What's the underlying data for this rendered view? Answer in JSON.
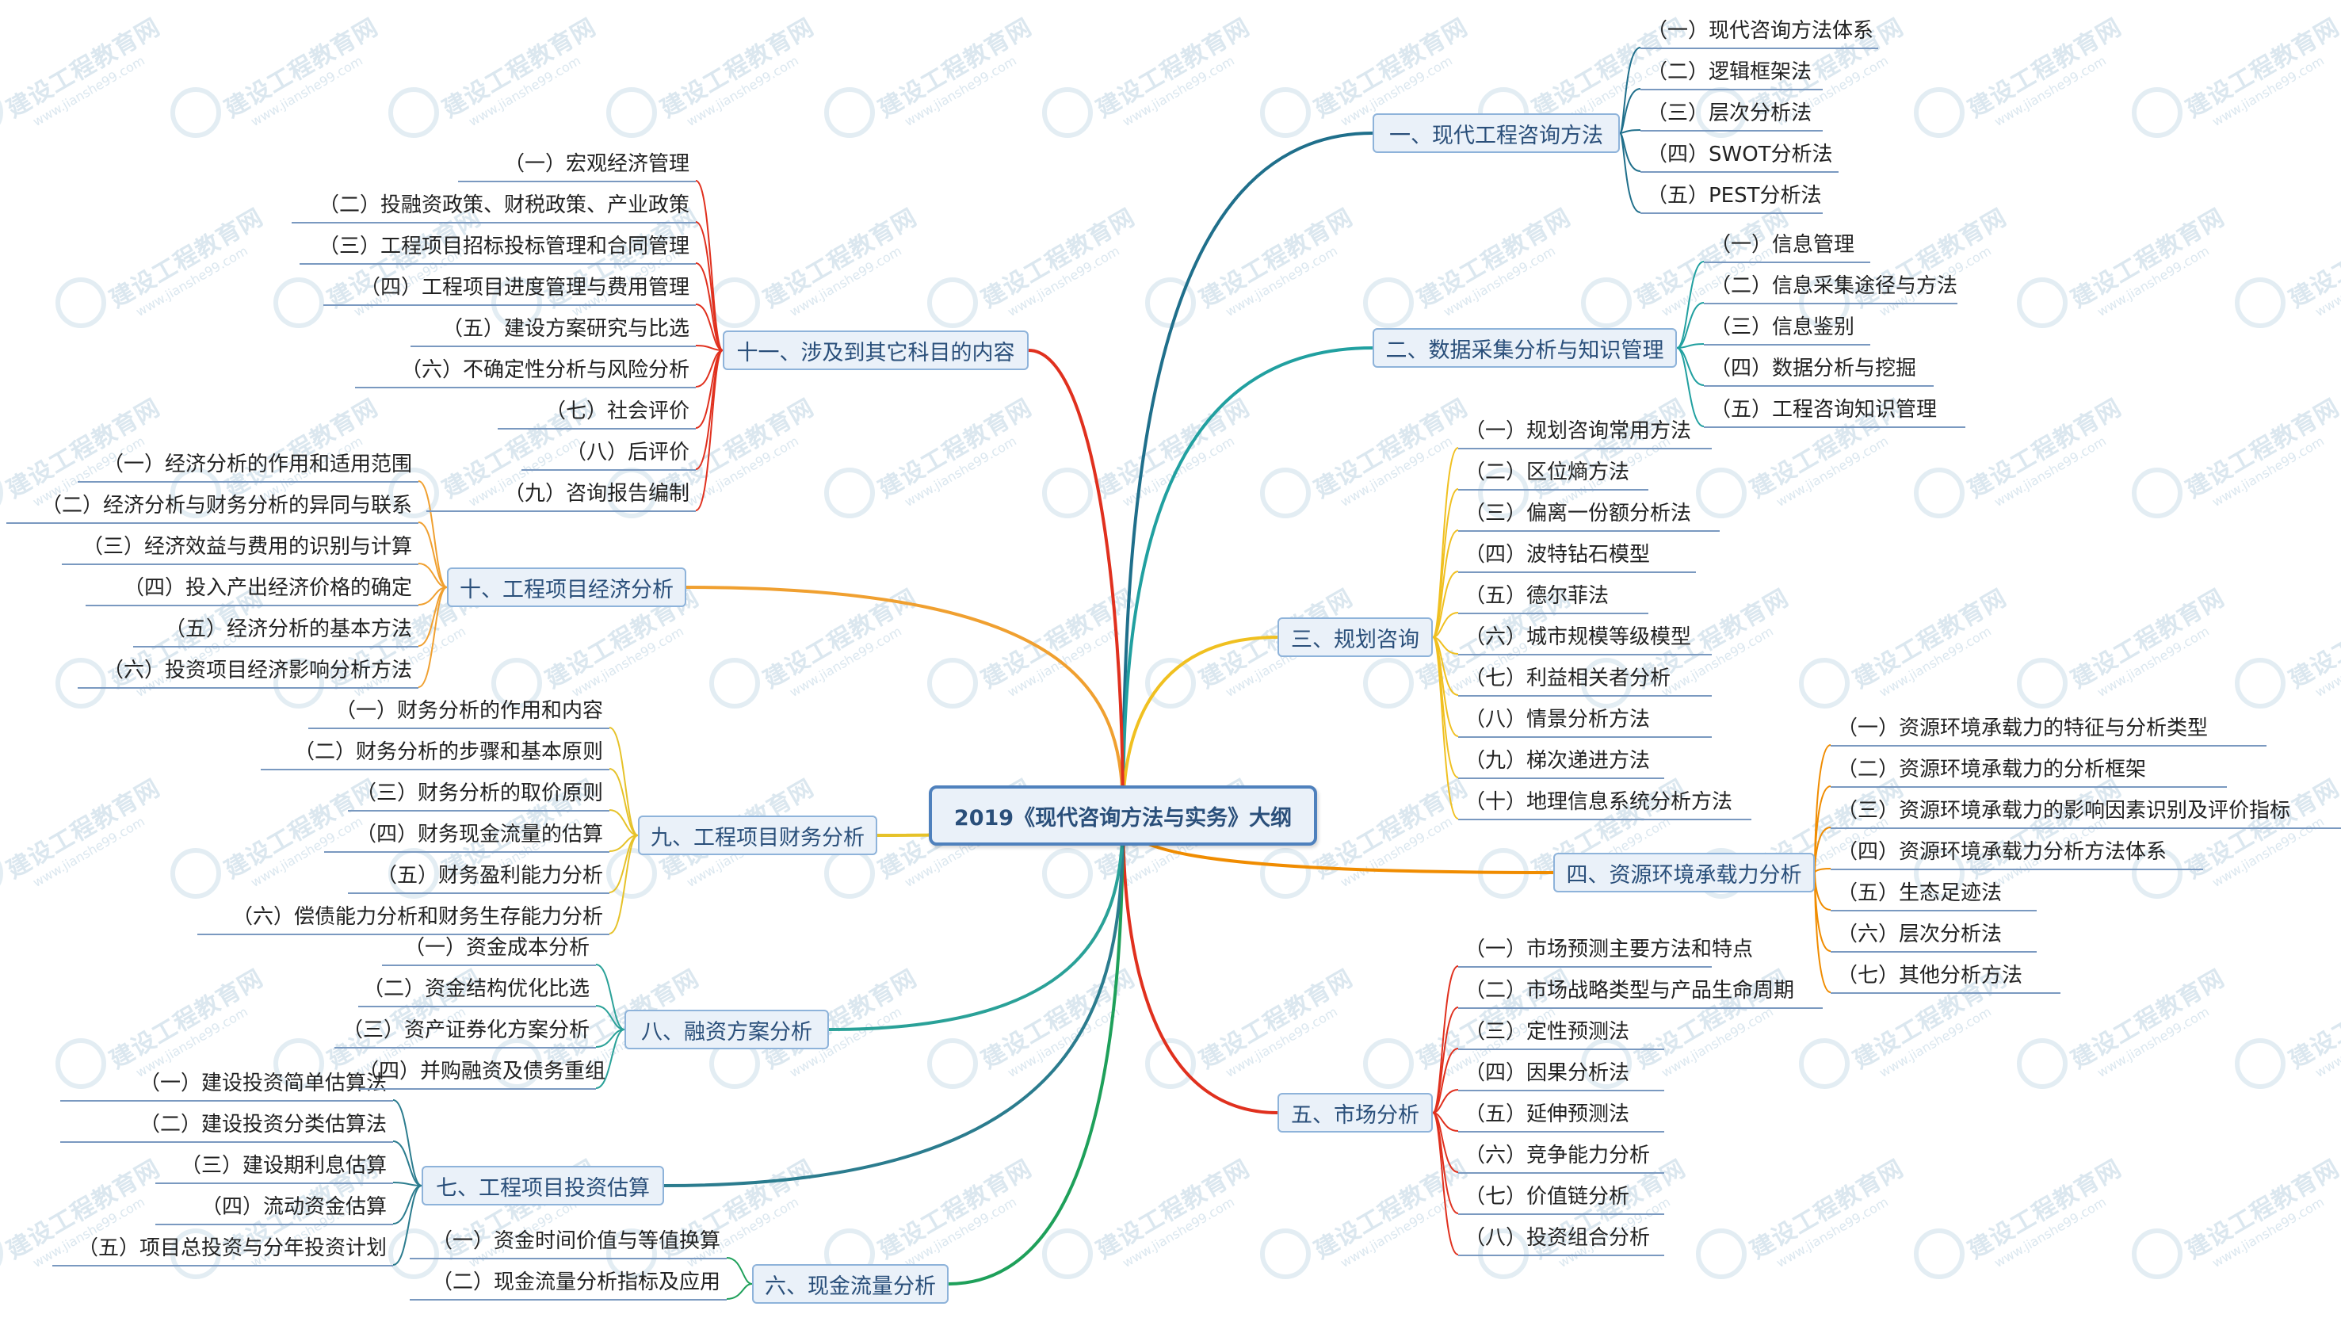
{
  "root": {
    "label": "2019《现代咨询方法与实务》大纲"
  },
  "watermark": {
    "text": "建设工程教育网",
    "url": "www.jianshe99.com"
  },
  "branches": [
    {
      "label": "一、现代工程咨询方法",
      "side": "right",
      "color": "#1f6f8b",
      "children": [
        "（一）现代咨询方法体系",
        "（二）逻辑框架法",
        "（三）层次分析法",
        "（四）SWOT分析法",
        "（五）PEST分析法"
      ]
    },
    {
      "label": "二、数据采集分析与知识管理",
      "side": "right",
      "color": "#21a0a0",
      "children": [
        "（一）信息管理",
        "（二）信息采集途径与方法",
        "（三）信息鉴别",
        "（四）数据分析与挖掘",
        "（五）工程咨询知识管理"
      ]
    },
    {
      "label": "三、规划咨询",
      "side": "right",
      "color": "#f0c020",
      "children": [
        "（一）规划咨询常用方法",
        "（二）区位熵方法",
        "（三）偏离一份额分析法",
        "（四）波特钻石模型",
        "（五）德尔菲法",
        "（六）城市规模等级模型",
        "（七）利益相关者分析",
        "（八）情景分析方法",
        "（九）梯次递进方法",
        "（十）地理信息系统分析方法"
      ]
    },
    {
      "label": "四、资源环境承载力分析",
      "side": "right",
      "color": "#f08c00",
      "children": [
        "（一）资源环境承载力的特征与分析类型",
        "（二）资源环境承载力的分析框架",
        "（三）资源环境承载力的影响因素识别及评价指标",
        "（四）资源环境承载力分析方法体系",
        "（五）生态足迹法",
        "（六）层次分析法",
        "（七）其他分析方法"
      ]
    },
    {
      "label": "五、市场分析",
      "side": "right",
      "color": "#e0301e",
      "children": [
        "（一）市场预测主要方法和特点",
        "（二）市场战略类型与产品生命周期",
        "（三）定性预测法",
        "（四）因果分析法",
        "（五）延伸预测法",
        "（六）竞争能力分析",
        "（七）价值链分析",
        "（八）投资组合分析"
      ]
    },
    {
      "label": "六、现金流量分析",
      "side": "left",
      "color": "#1ea05a",
      "children": [
        "（一）资金时间价值与等值换算",
        "（二）现金流量分析指标及应用"
      ]
    },
    {
      "label": "七、工程项目投资估算",
      "side": "left",
      "color": "#2b7c8e",
      "children": [
        "（一）建设投资简单估算法",
        "（二）建设投资分类估算法",
        "（三）建设期利息估算",
        "（四）流动资金估算",
        "（五）项目总投资与分年投资计划"
      ]
    },
    {
      "label": "八、融资方案分析",
      "side": "left",
      "color": "#2aa198",
      "children": [
        "（一）资金成本分析",
        "（二）资金结构优化比选",
        "（三）资产证券化方案分析",
        "（四）并购融资及债务重组"
      ]
    },
    {
      "label": "九、工程项目财务分析",
      "side": "left",
      "color": "#e6c229",
      "children": [
        "（一）财务分析的作用和内容",
        "（二）财务分析的步骤和基本原则",
        "（三）财务分析的取价原则",
        "（四）财务现金流量的估算",
        "（五）财务盈利能力分析",
        "（六）偿债能力分析和财务生存能力分析"
      ]
    },
    {
      "label": "十、工程项目经济分析",
      "side": "left",
      "color": "#f0a030",
      "children": [
        "（一）经济分析的作用和适用范围",
        "（二）经济分析与财务分析的异同与联系",
        "（三）经济效益与费用的识别与计算",
        "（四）投入产出经济价格的确定",
        "（五）经济分析的基本方法",
        "（六）投资项目经济影响分析方法"
      ]
    },
    {
      "label": "十一、涉及到其它科目的内容",
      "side": "left",
      "color": "#e0301e",
      "children": [
        "（一）宏观经济管理",
        "（二）投融资政策、财税政策、产业政策",
        "（三）工程项目招标投标管理和合同管理",
        "（四）工程项目进度管理与费用管理",
        "（五）建设方案研究与比选",
        "（六）不确定性分析与风险分析",
        "（七）社会评价",
        "（八）后评价",
        "（九）咨询报告编制"
      ]
    }
  ]
}
